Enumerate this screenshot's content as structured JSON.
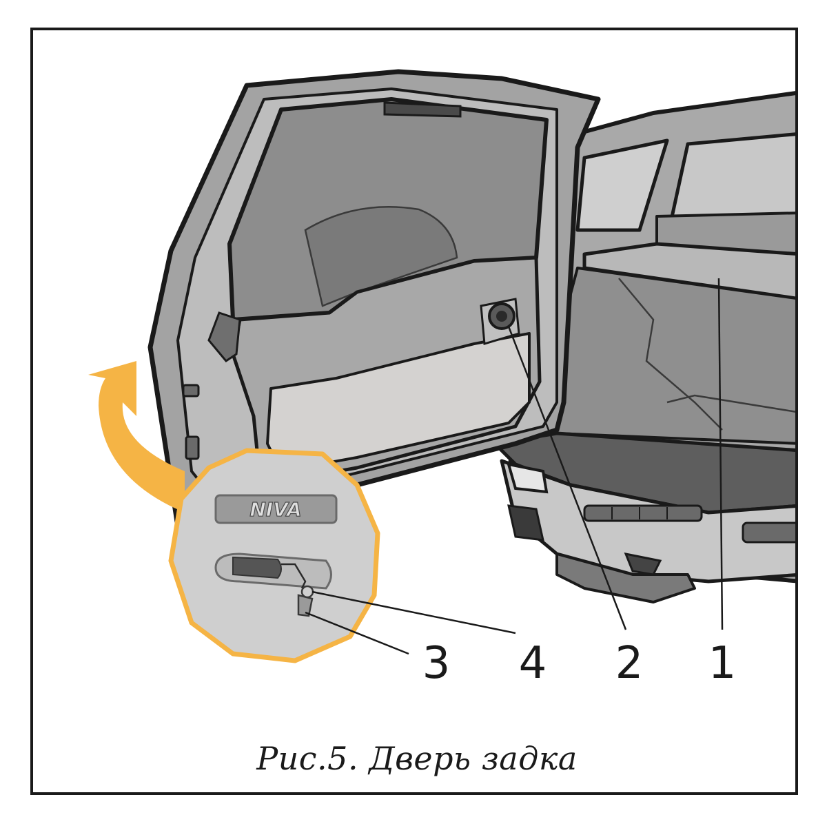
{
  "figure": {
    "caption": "Рис.5. Дверь задка",
    "badge_text": "NIVA",
    "callouts": [
      {
        "id": "1",
        "label": "1"
      },
      {
        "id": "2",
        "label": "2"
      },
      {
        "id": "3",
        "label": "3"
      },
      {
        "id": "4",
        "label": "4"
      }
    ]
  },
  "colors": {
    "outline": "#1a1a1a",
    "body_gray": "#a6a6a6",
    "panel_light": "#d4d2d0",
    "glass_gray": "#8d8d8d",
    "dark_gray": "#6f6f6f",
    "arrow_orange": "#f5b445",
    "inset_fill": "#cfcfcf"
  },
  "icons": {
    "arrow": "curved-arrow-icon"
  }
}
